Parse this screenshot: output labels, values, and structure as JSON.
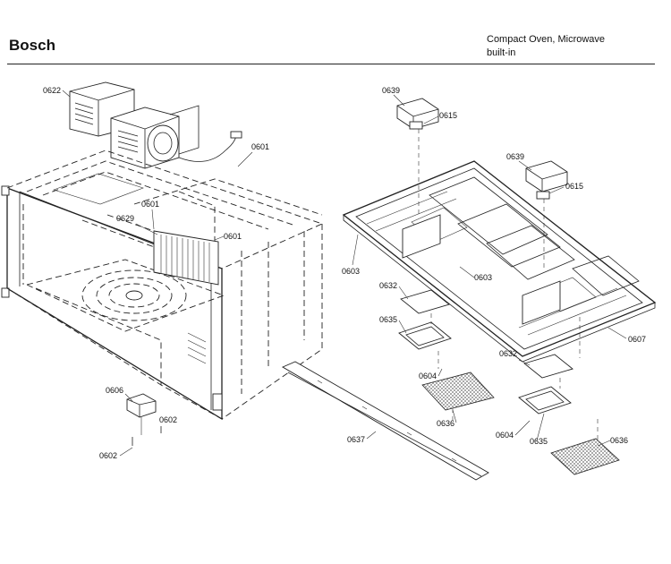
{
  "header": {
    "brand": "Bosch",
    "title_line1": "Compact Oven, Microwave",
    "title_line2": "built-in"
  },
  "callouts": [
    "0622",
    "0601",
    "0601",
    "0601",
    "0629",
    "0606",
    "0602",
    "0602",
    "0639",
    "0615",
    "0639",
    "0615",
    "0603",
    "0603",
    "0607",
    "0632",
    "0635",
    "0604",
    "0636",
    "0632",
    "0604",
    "0635",
    "0636",
    "0637"
  ]
}
